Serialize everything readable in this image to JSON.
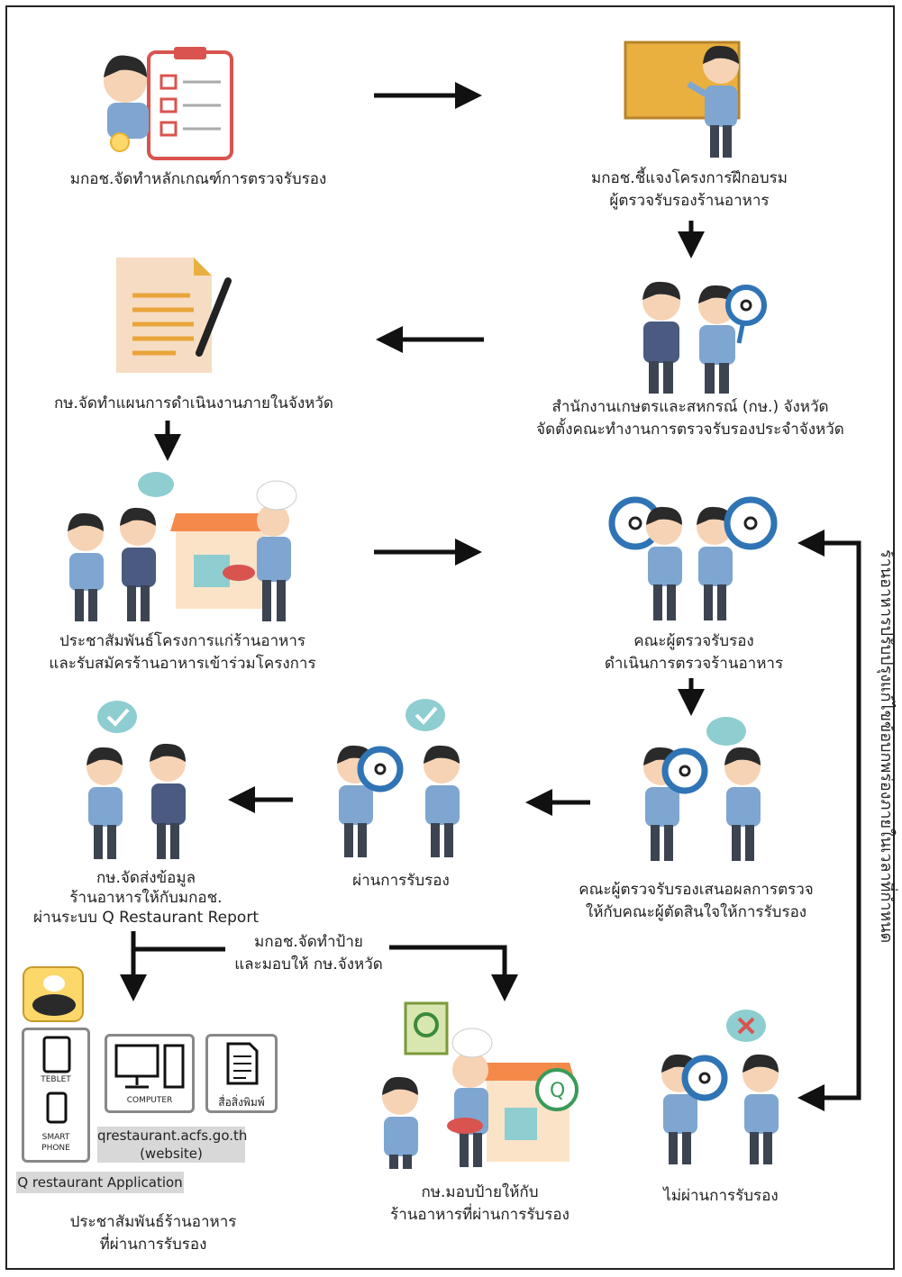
{
  "steps": {
    "s1": "มกอช.จัดทำหลักเกณฑ์การตรวจรับรอง",
    "s2_line1": "มกอช.ชี้แจงโครงการฝึกอบรม",
    "s2_line2": "ผู้ตรวจรับรองร้านอาหาร",
    "s3_line1": "สำนักงานเกษตรและสหกรณ์ (กษ.) จังหวัด",
    "s3_line2": "จัดตั้งคณะทำงานการตรวจรับรองประจำจังหวัด",
    "s4": "กษ.จัดทำแผนการดำเนินงานภายในจังหวัด",
    "s5_line1": "ประชาสัมพันธ์โครงการแก่ร้านอาหาร",
    "s5_line2": "และรับสมัครร้านอาหารเข้าร่วมโครงการ",
    "s6_line1": "คณะผู้ตรวจรับรอง",
    "s6_line2": "ดำเนินการตรวจร้านอาหาร",
    "s7_line1": "คณะผู้ตรวจรับรองเสนอผลการตรวจ",
    "s7_line2": "ให้กับคณะผู้ตัดสินใจให้การรับรอง",
    "s8": "ผ่านการรับรอง",
    "s9_line1": "กษ.จัดส่งข้อมูล",
    "s9_line2": "ร้านอาหารให้กับมกอช.",
    "s9_line3": "ผ่านระบบ Q Restaurant Report",
    "s10_line1": "มกอช.จัดทำป้าย",
    "s10_line2": "และมอบให้ กษ.จังหวัด",
    "s11_line1": "กษ.มอบป้ายให้กับ",
    "s11_line2": "ร้านอาหารที่ผ่านการรับรอง",
    "s12": "ไม่ผ่านการรับรอง",
    "s13_line1": "ประชาสัมพันธ์ร้านอาหาร",
    "s13_line2": "ที่ผ่านการรับรอง",
    "side_note": "ร้านอาหารปรับปรุงแก้ไขข้อบกพร่องภายในเวลาที่กำหนด"
  },
  "channels": {
    "tablet": "TEBLET",
    "smartphone_1": "SMART",
    "smartphone_2": "PHONE",
    "computer": "COMPUTER",
    "print": "สื่อสิ่งพิมพ์",
    "website_1": "qrestaurant.acfs.go.th",
    "website_2": "(website)",
    "app": "Q restaurant Application"
  },
  "colors": {
    "shirt": "#7ea6d0",
    "pants": "#3c4452",
    "skin": "#f6d3b5",
    "hair": "#2a2a2a",
    "suit": "#4a5a80",
    "board": "#e9b040",
    "doc": "#f6dcc2",
    "check": "#7dc9a8",
    "bubble": "#8ecdd0"
  }
}
